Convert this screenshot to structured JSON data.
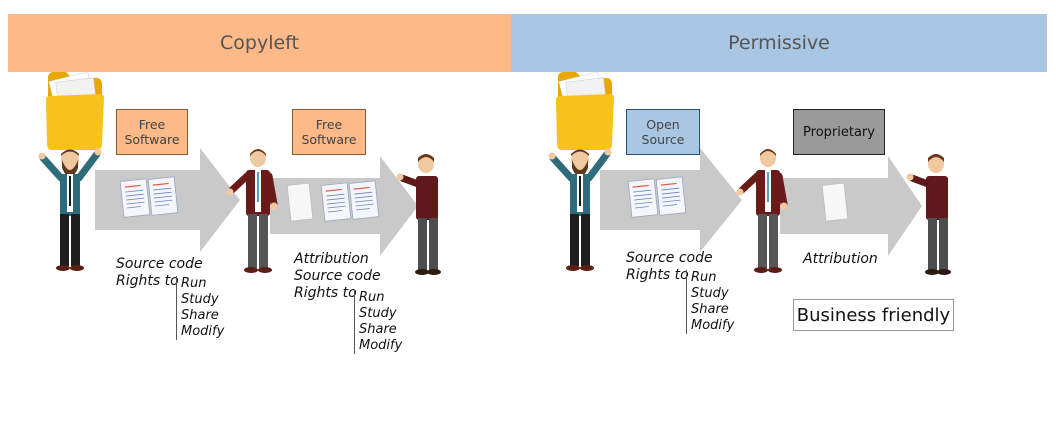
{
  "headers": {
    "left": "Copyleft",
    "right": "Permissive"
  },
  "labels": {
    "free_software_1": [
      "Free",
      "Software"
    ],
    "free_software_2": [
      "Free",
      "Software"
    ],
    "open_source": [
      "Open",
      "Source"
    ],
    "proprietary": "Proprietary",
    "business_friendly": "Business friendly"
  },
  "copyleft_flow1": {
    "lines": [
      "Source code",
      "Rights to"
    ],
    "rights": [
      "Run",
      "Study",
      "Share",
      "Modify"
    ]
  },
  "copyleft_flow2": {
    "lines": [
      "Attribution",
      "Source code",
      "Rights to"
    ],
    "rights": [
      "Run",
      "Study",
      "Share",
      "Modify"
    ]
  },
  "permissive_flow1": {
    "lines": [
      "Source code",
      "Rights to"
    ],
    "rights": [
      "Run",
      "Study",
      "Share",
      "Modify"
    ]
  },
  "permissive_flow2": {
    "lines": [
      "Attribution"
    ]
  },
  "colors": {
    "copyleft": "#fdb987",
    "permissive": "#a9c6e3",
    "proprietary": "#9a9a9a",
    "arrow": "#c9c9c9"
  },
  "icons": [
    "folder-icon",
    "person-icon",
    "document-stack-icon",
    "document-icon"
  ]
}
